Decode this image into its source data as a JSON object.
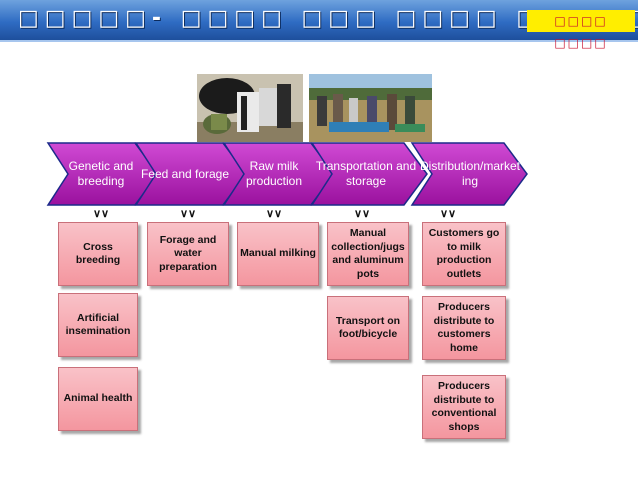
{
  "header": {
    "title": "□□□□□- □□□□ □□□ □□□□ □□□□□",
    "badge": "□□□□ □□□□"
  },
  "colors": {
    "header_blue": "#2f6cc3",
    "chevron_purple": "#b01fb4",
    "box_pink": "#f4969f",
    "badge_yellow": "#ffee00"
  },
  "steps": [
    {
      "label": "Genetic and\nbreeding"
    },
    {
      "label": "Feed and forage"
    },
    {
      "label": "Raw milk\nproduction"
    },
    {
      "label": "Transportation and\nstorage"
    },
    {
      "label": "Distribution/market\ning"
    }
  ],
  "activities": {
    "genetic": [
      "Cross breeding",
      "Artificial insemination",
      "Animal  health"
    ],
    "feed": [
      "Forage and water preparation"
    ],
    "milk": [
      "Manual milking"
    ],
    "transport": [
      "Manual collection/jugs and aluminum pots",
      "Transport on foot/bicycle"
    ],
    "distribution": [
      "Customers go to milk production outlets",
      "Producers distribute to customers home",
      "Producers distribute to conventional shops"
    ]
  }
}
